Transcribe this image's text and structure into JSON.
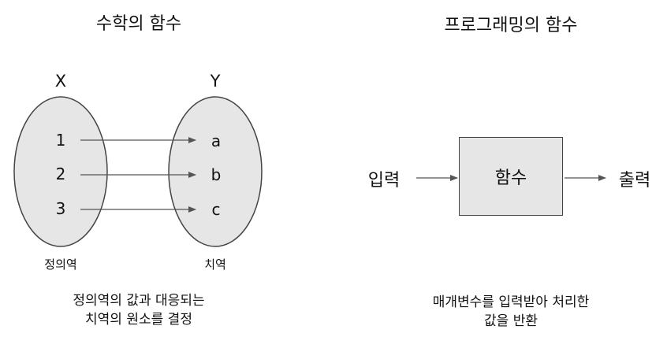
{
  "left": {
    "title": "수학의 함수",
    "domain": {
      "set_name": "X",
      "elements": [
        "1",
        "2",
        "3"
      ],
      "caption": "정의역"
    },
    "codomain": {
      "set_name": "Y",
      "elements": [
        "a",
        "b",
        "c"
      ],
      "caption": "치역"
    },
    "description": [
      "정의역의 값과 대응되는",
      "치역의 원소를 결정"
    ]
  },
  "right": {
    "title": "프로그래밍의 함수",
    "input_label": "입력",
    "box_label": "함수",
    "output_label": "출력",
    "description": [
      "매개변수를 입력받아 처리한",
      "값을 반환"
    ]
  },
  "colors": {
    "ellipse_fill": "#e6e6e6",
    "box_fill": "#e6e6e6",
    "stroke": "#444444",
    "arrow": "#555555"
  }
}
